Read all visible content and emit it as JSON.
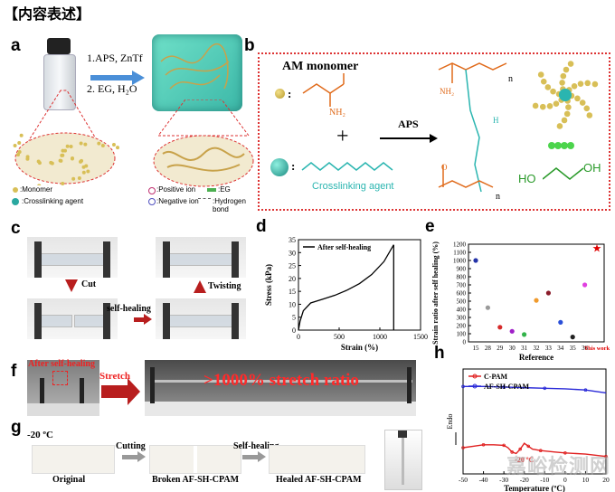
{
  "header": {
    "title": "【内容表述】"
  },
  "panels": {
    "a": {
      "label": "a",
      "step1": "1.APS, ZnTf",
      "step2": "2. EG, H₂O",
      "legend": {
        "monomer": ":Monomer",
        "crosslinker": ":Crosslinking agent",
        "positive": ":Positive ion",
        "negative": ":Negative ion",
        "eg": ":EG",
        "hbond": ":Hydrogen bond"
      }
    },
    "b": {
      "label": "b",
      "title": "AM  monomer",
      "nh2": "NH₂",
      "plus": "+",
      "aps": "APS",
      "crosslinker": "Crosslinking agent",
      "nh2b": "NH₂",
      "n1": "n",
      "n2": "n",
      "ho": "HO",
      "oh": "OH",
      "o1": "O",
      "h1": "H"
    },
    "c": {
      "label": "c",
      "cut": "Cut",
      "self_healing": "self-healing",
      "twisting": "Twisting"
    },
    "f": {
      "label": "f",
      "after": "After self-healing",
      "stretch": "Stretch",
      "ratio": ">1000% stretch ratio"
    },
    "g": {
      "label": "g",
      "temp": "-20 ºC",
      "cutting": "Cutting",
      "self_healing": "Self-healing",
      "original": "Original",
      "broken": "Broken AF-SH-CPAM",
      "healed": "Healed AF-SH-CPAM"
    }
  },
  "chart_data": [
    {
      "panel": "d",
      "type": "line",
      "label": "d",
      "xlabel": "Strain (%)",
      "ylabel": "Stress (kPa)",
      "xlim": [
        0,
        1500
      ],
      "ylim": [
        0,
        35
      ],
      "xticks": [
        "0",
        "500",
        "1000",
        "1500"
      ],
      "yticks": [
        "0",
        "5",
        "10",
        "15",
        "20",
        "25",
        "30",
        "35"
      ],
      "series": [
        {
          "name": "After self-healing",
          "x": [
            0,
            20,
            60,
            150,
            300,
            450,
            600,
            750,
            900,
            1050,
            1170
          ],
          "y": [
            0,
            3.5,
            7.5,
            10.5,
            12,
            13.5,
            15.5,
            18,
            21.5,
            26.5,
            33
          ]
        }
      ]
    },
    {
      "panel": "e",
      "type": "scatter",
      "label": "e",
      "xlabel": "Reference",
      "ylabel": "Strain ratio after self healing (%)",
      "ylim": [
        0,
        1200
      ],
      "yticks": [
        "0",
        "100",
        "200",
        "300",
        "400",
        "500",
        "600",
        "700",
        "800",
        "900",
        "1000",
        "1100",
        "1200"
      ],
      "categories": [
        "15",
        "28",
        "29",
        "30",
        "31",
        "32",
        "33",
        "34",
        "35",
        "36",
        "This work"
      ],
      "values": [
        1000,
        420,
        180,
        130,
        90,
        510,
        600,
        240,
        60,
        700,
        1150
      ],
      "colors": [
        "#2433a8",
        "#9a9a9a",
        "#d62a2a",
        "#a020c8",
        "#33b34a",
        "#f09a2c",
        "#8b1c2a",
        "#2a4fd8",
        "#222222",
        "#e040e0",
        "#e00000"
      ]
    },
    {
      "panel": "h",
      "type": "line",
      "label": "h",
      "xlabel": "Temperature (ºC)",
      "ylabel": "Endo",
      "xlim": [
        -50,
        20
      ],
      "xticks": [
        "-50",
        "-40",
        "-30",
        "-20",
        "-10",
        "0",
        "10",
        "20"
      ],
      "annotation": "-20 ºC",
      "series": [
        {
          "name": "C-PAM",
          "color": "#e02020",
          "x": [
            -50,
            -45,
            -40,
            -35,
            -30,
            -28,
            -26,
            -24,
            -22,
            -20,
            -18,
            -16,
            -12,
            -5,
            0,
            10,
            20
          ],
          "y": [
            0.9,
            0.95,
            1.0,
            1.0,
            0.98,
            0.9,
            0.75,
            0.7,
            0.85,
            1.05,
            0.95,
            0.85,
            0.8,
            0.75,
            0.72,
            0.68,
            0.6
          ]
        },
        {
          "name": "AF-SH-CPAM",
          "color": "#2a2ad8",
          "x": [
            -50,
            -40,
            -30,
            -20,
            -10,
            0,
            10,
            20
          ],
          "y": [
            3.0,
            3.0,
            2.98,
            2.96,
            2.94,
            2.92,
            2.88,
            2.78
          ]
        }
      ]
    }
  ],
  "watermark": "嘉峪检测网"
}
